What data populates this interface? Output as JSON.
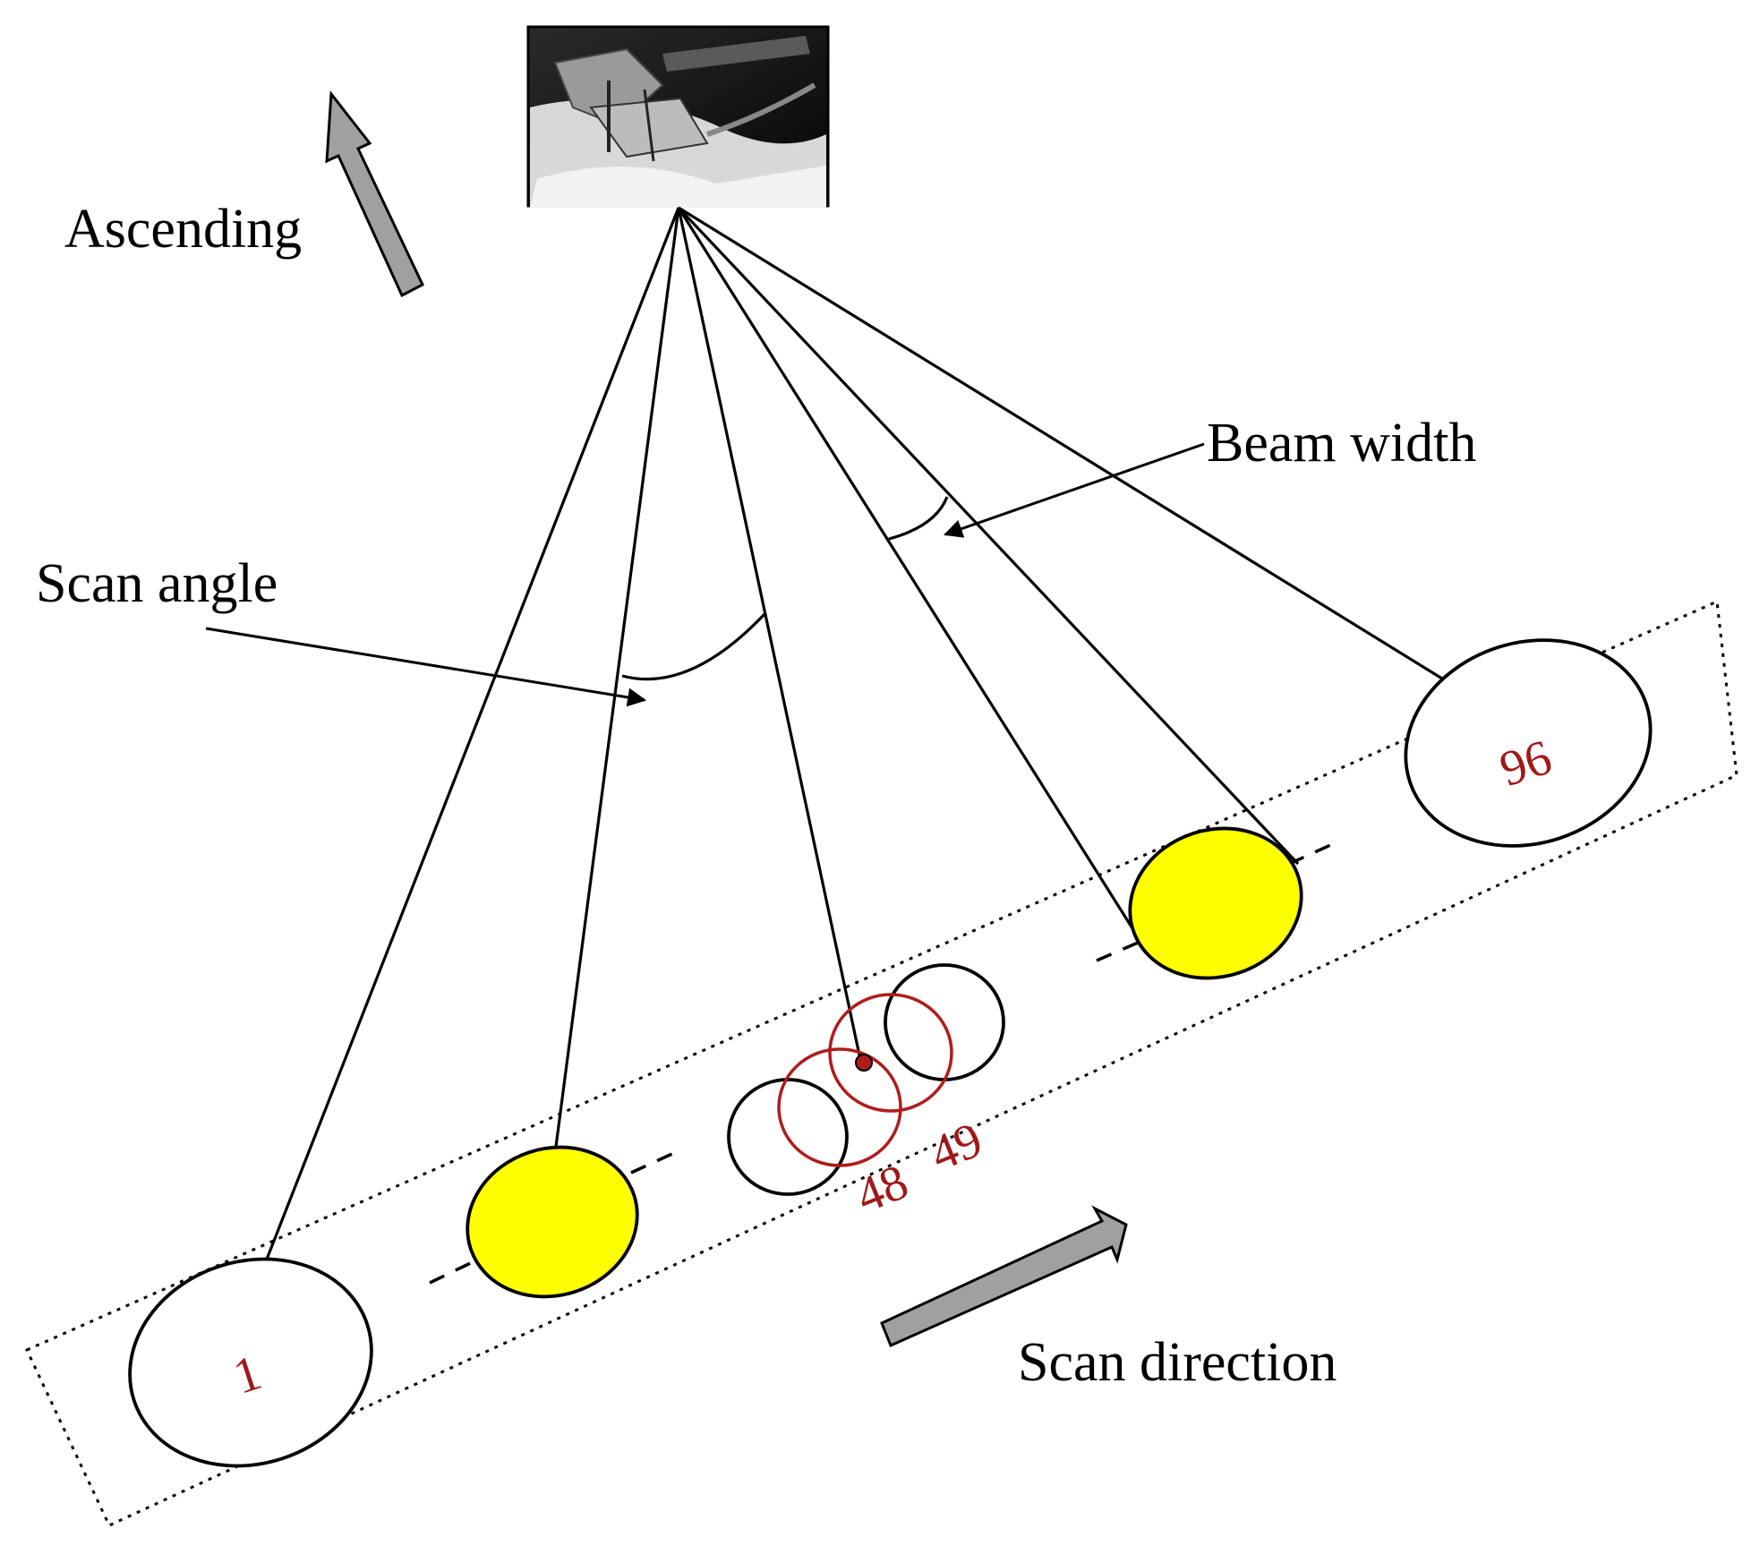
{
  "labels": {
    "ascending": "Ascending",
    "beam_width": "Beam width",
    "scan_angle": "Scan angle",
    "scan_direction": "Scan direction"
  },
  "footprint_numbers": {
    "first": "1",
    "n48": "48",
    "n49": "49",
    "last": "96"
  },
  "colors": {
    "highlight_footprint": "#ffff00",
    "footprint_number": "#a01818",
    "arrow_fill": "#a0a0a0"
  }
}
